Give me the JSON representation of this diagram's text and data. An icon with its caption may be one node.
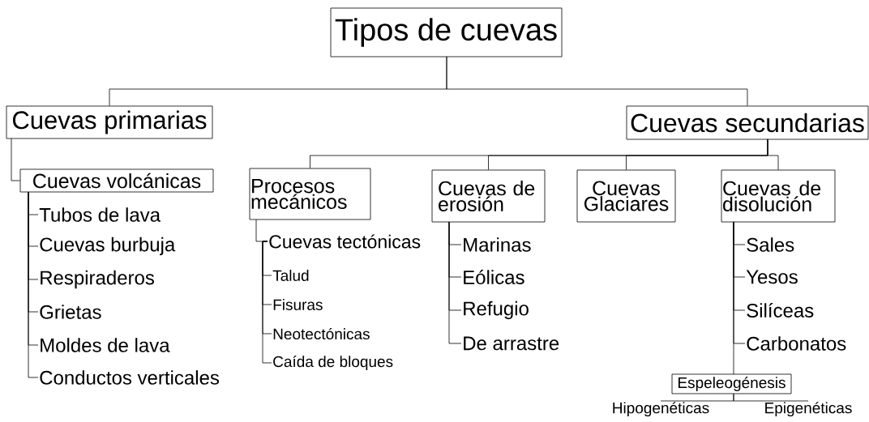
{
  "diagram": {
    "nodes": [
      {
        "text": [
          "Tipos de cuevas"
        ]
      },
      {
        "text": [
          "Cuevas primarias"
        ]
      },
      {
        "text": [
          "Cuevas secundarias"
        ]
      },
      {
        "text": [
          "Cuevas volcánicas"
        ]
      },
      {
        "text": [
          "Tubos de lava"
        ]
      },
      {
        "text": [
          "Cuevas burbuja"
        ]
      },
      {
        "text": [
          "Respiraderos"
        ]
      },
      {
        "text": [
          "Grietas"
        ]
      },
      {
        "text": [
          "Moldes de lava"
        ]
      },
      {
        "text": [
          "Conductos verticales"
        ]
      },
      {
        "text": [
          "Procesos mecánicos"
        ]
      },
      {
        "text": [
          "Cuevas tectónicas"
        ]
      },
      {
        "text": [
          "Talud"
        ]
      },
      {
        "text": [
          "Fisuras"
        ]
      },
      {
        "text": [
          "Neotectónicas"
        ]
      },
      {
        "text": [
          "Caída de bloques"
        ]
      },
      {
        "text": [
          "Cuevas de erosión"
        ]
      },
      {
        "text": [
          "Marinas"
        ]
      },
      {
        "text": [
          "Eólicas"
        ]
      },
      {
        "text": [
          "Refugio"
        ]
      },
      {
        "text": [
          "De arrastre"
        ]
      },
      {
        "text": [
          "Cuevas Glaciares"
        ]
      },
      {
        "text": [
          "Cuevas de disolución"
        ]
      },
      {
        "text": [
          "Sales"
        ]
      },
      {
        "text": [
          "Yesos"
        ]
      },
      {
        "text": [
          "Silíceas"
        ]
      },
      {
        "text": [
          "Carbonatos"
        ]
      },
      {
        "text": [
          "Espeleogénesis"
        ]
      },
      {
        "text": [
          "Hipogenéticas"
        ]
      },
      {
        "text": [
          "Epigenéticas"
        ]
      }
    ],
    "edges": [
      {
        "from": 0,
        "to": 1,
        "arrow": "none"
      },
      {
        "from": 0,
        "to": 2,
        "arrow": "none"
      },
      {
        "from": 1,
        "to": 3,
        "arrow": "none"
      },
      {
        "from": 3,
        "to": 4,
        "arrow": "none"
      },
      {
        "from": 3,
        "to": 5,
        "arrow": "none"
      },
      {
        "from": 3,
        "to": 6,
        "arrow": "none"
      },
      {
        "from": 3,
        "to": 7,
        "arrow": "none"
      },
      {
        "from": 3,
        "to": 8,
        "arrow": "none"
      },
      {
        "from": 3,
        "to": 9,
        "arrow": "none"
      },
      {
        "from": 2,
        "to": 10,
        "arrow": "none"
      },
      {
        "from": 2,
        "to": 16,
        "arrow": "none"
      },
      {
        "from": 2,
        "to": 21,
        "arrow": "none"
      },
      {
        "from": 2,
        "to": 22,
        "arrow": "none"
      },
      {
        "from": 10,
        "to": 11,
        "arrow": "none"
      },
      {
        "from": 11,
        "to": 12,
        "arrow": "none"
      },
      {
        "from": 11,
        "to": 13,
        "arrow": "none"
      },
      {
        "from": 11,
        "to": 14,
        "arrow": "none"
      },
      {
        "from": 11,
        "to": 15,
        "arrow": "none"
      },
      {
        "from": 16,
        "to": 17,
        "arrow": "none"
      },
      {
        "from": 16,
        "to": 18,
        "arrow": "none"
      },
      {
        "from": 16,
        "to": 19,
        "arrow": "none"
      },
      {
        "from": 16,
        "to": 20,
        "arrow": "none"
      },
      {
        "from": 22,
        "to": 23,
        "arrow": "none"
      },
      {
        "from": 22,
        "to": 24,
        "arrow": "none"
      },
      {
        "from": 22,
        "to": 25,
        "arrow": "none"
      },
      {
        "from": 22,
        "to": 26,
        "arrow": "none"
      },
      {
        "from": 22,
        "to": 27,
        "arrow": "none"
      },
      {
        "from": 27,
        "to": 28,
        "arrow": "none"
      },
      {
        "from": 27,
        "to": 29,
        "arrow": "none"
      }
    ]
  }
}
